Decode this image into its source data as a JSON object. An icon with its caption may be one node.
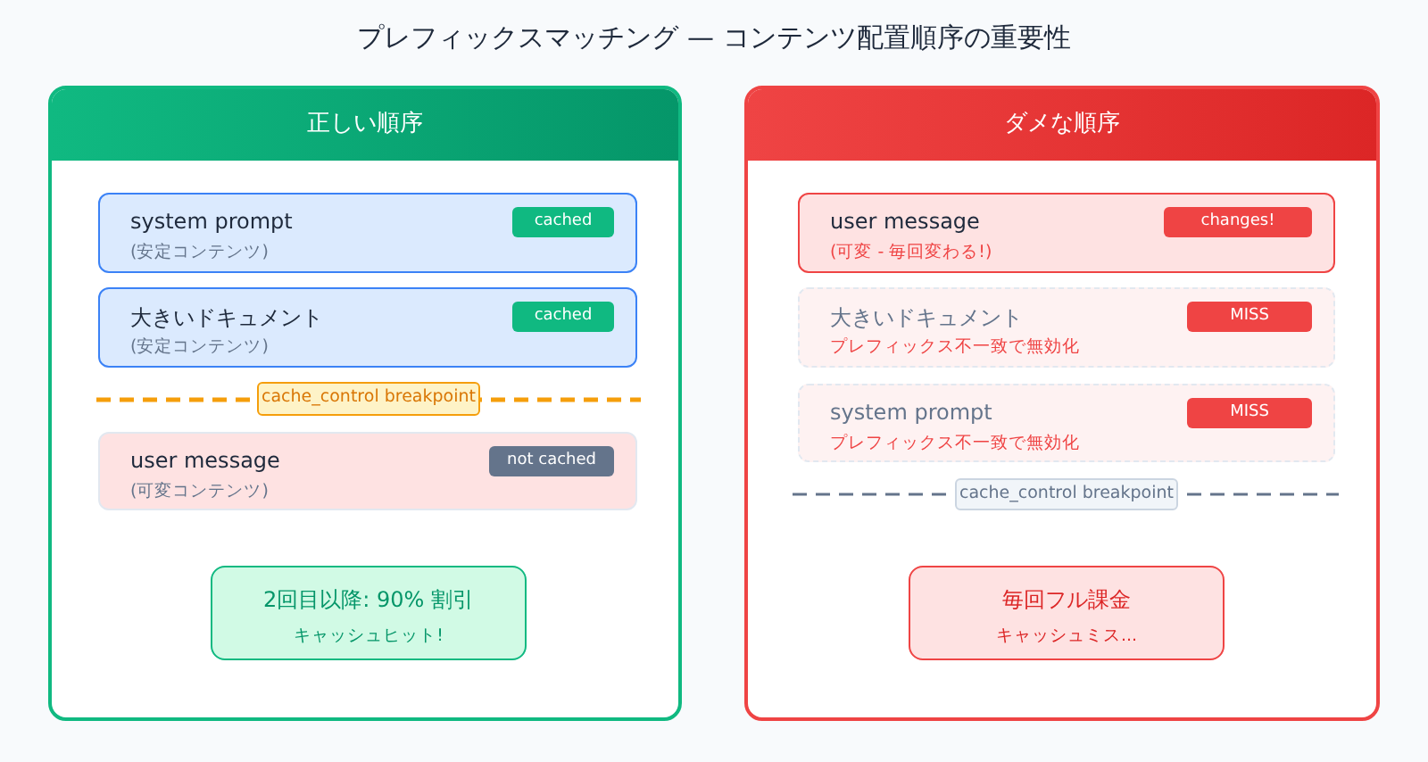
{
  "diagram": {
    "title": "プレフィックスマッチング — コンテンツ配置順序の重要性",
    "nodes": [
      {
        "text": [
          "正しい順序"
        ]
      },
      {
        "text": [
          "system prompt",
          "(安定コンテンツ)",
          "cached"
        ],
        "in": 0
      },
      {
        "text": [
          "大きいドキュメント",
          "(安定コンテンツ)",
          "cached"
        ],
        "in": 0
      },
      {
        "text": [
          "cache_control breakpoint"
        ],
        "in": 0
      },
      {
        "text": [
          "user message",
          "(可変コンテンツ)",
          "not cached"
        ],
        "in": 0
      },
      {
        "text": [
          "2回目以降: 90% 割引",
          "キャッシュヒット!"
        ],
        "in": 0
      },
      {
        "text": [
          "ダメな順序"
        ]
      },
      {
        "text": [
          "user message",
          "(可変 - 毎回変わる!)",
          "changes!"
        ],
        "in": 6
      },
      {
        "text": [
          "大きいドキュメント",
          "プレフィックス不一致で無効化",
          "MISS"
        ],
        "in": 6
      },
      {
        "text": [
          "system prompt",
          "プレフィックス不一致で無効化",
          "MISS"
        ],
        "in": 6
      },
      {
        "text": [
          "cache_control breakpoint"
        ],
        "in": 6
      },
      {
        "text": [
          "毎回フル課金",
          "キャッシュミス..."
        ],
        "in": 6
      }
    ]
  }
}
